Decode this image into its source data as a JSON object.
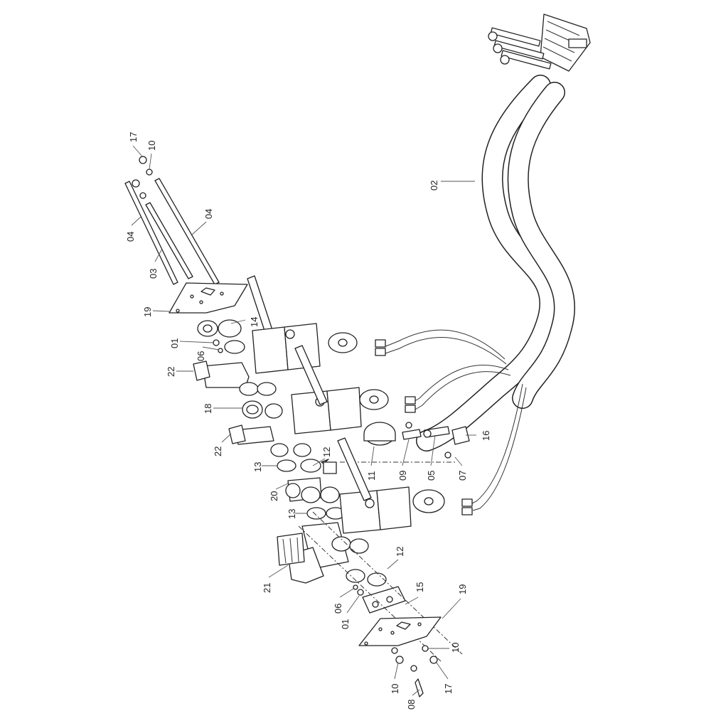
{
  "diagram": {
    "type": "exploded-parts-diagram",
    "callouts": [
      {
        "id": "17",
        "text": "17"
      },
      {
        "id": "10",
        "text": "10"
      },
      {
        "id": "04a",
        "text": "04"
      },
      {
        "id": "03",
        "text": "03"
      },
      {
        "id": "04b",
        "text": "04"
      },
      {
        "id": "19a",
        "text": "19"
      },
      {
        "id": "14",
        "text": "14"
      },
      {
        "id": "01a",
        "text": "01"
      },
      {
        "id": "06a",
        "text": "06"
      },
      {
        "id": "22a",
        "text": "22"
      },
      {
        "id": "18",
        "text": "18"
      },
      {
        "id": "22b",
        "text": "22"
      },
      {
        "id": "12a",
        "text": "12"
      },
      {
        "id": "13a",
        "text": "13"
      },
      {
        "id": "11",
        "text": "11"
      },
      {
        "id": "09",
        "text": "09"
      },
      {
        "id": "05",
        "text": "05"
      },
      {
        "id": "07",
        "text": "07"
      },
      {
        "id": "16",
        "text": "16"
      },
      {
        "id": "20",
        "text": "20"
      },
      {
        "id": "13b",
        "text": "13"
      },
      {
        "id": "12b",
        "text": "12"
      },
      {
        "id": "21",
        "text": "21"
      },
      {
        "id": "06b",
        "text": "06"
      },
      {
        "id": "01b",
        "text": "01"
      },
      {
        "id": "15",
        "text": "15"
      },
      {
        "id": "19b",
        "text": "19"
      },
      {
        "id": "10b",
        "text": "10"
      },
      {
        "id": "10c",
        "text": "10"
      },
      {
        "id": "17b",
        "text": "17"
      },
      {
        "id": "08",
        "text": "08"
      },
      {
        "id": "02",
        "text": "02"
      }
    ]
  }
}
